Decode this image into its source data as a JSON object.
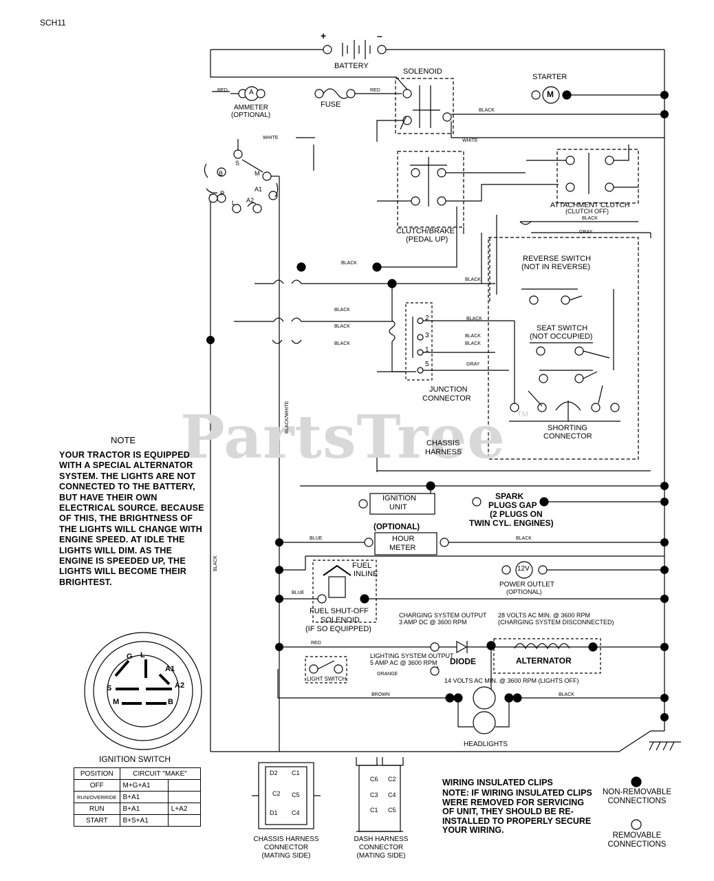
{
  "page_code": "SCH11",
  "watermark": {
    "text": "PartsTree",
    "tm": "TM"
  },
  "labels": {
    "battery": "BATTERY",
    "plus": "+",
    "minus": "–",
    "solenoid": "SOLENOID",
    "starter": "STARTER",
    "starter_m": "M",
    "ammeter": "AMMETER",
    "ammeter_opt": "(OPTIONAL)",
    "ammeter_a": "A",
    "fuse": "FUSE",
    "clutch_brake": "CLUTCH/BRAKE",
    "clutch_brake_sub": "(PEDAL UP)",
    "attachment_clutch": "ATTACHMENT CLUTCH",
    "attachment_clutch_sub": "(CLUTCH OFF)",
    "reverse_switch": "REVERSE SWITCH",
    "reverse_switch_sub": "(NOT IN REVERSE)",
    "seat_switch": "SEAT SWITCH",
    "seat_switch_sub": "(NOT OCCUPIED)",
    "junction_connector_1": "JUNCTION",
    "junction_connector_2": "CONNECTOR",
    "shorting_connector_1": "SHORTING",
    "shorting_connector_2": "CONNECTOR",
    "chassis_harness_1": "CHASSIS",
    "chassis_harness_2": "HARNESS",
    "ignition_unit_1": "IGNITION",
    "ignition_unit_2": "UNIT",
    "spark_1": "SPARK",
    "spark_2": "PLUGS GAP",
    "spark_3": "(2 PLUGS ON",
    "spark_4": "TWIN CYL. ENGINES)",
    "hour_meter_opt": "(OPTIONAL)",
    "hour_meter_1": "HOUR",
    "hour_meter_2": "METER",
    "fuel_inline_1": "FUEL",
    "fuel_inline_2": "INLINE",
    "power_outlet_v": "12V",
    "power_outlet": "POWER OUTLET",
    "power_outlet_opt": "(OPTIONAL)",
    "fuel_shutoff_1": "FUEL SHUT-OFF",
    "fuel_shutoff_2": "SOLENOID",
    "fuel_shutoff_3": "(IF SO EQUIPPED)",
    "charging_out_1": "CHARGING SYSTEM OUTPUT",
    "charging_out_2": "3 AMP DC @ 3600 RPM",
    "volts_1": "28 VOLTS AC MIN. @ 3600 RPM",
    "volts_2": "(CHARGING SYSTEM DISCONNECTED)",
    "lighting_out_1": "LIGHTING SYSTEM OUTPUT",
    "lighting_out_2": "5 AMP AC @ 3600 RPM",
    "diode": "DIODE",
    "alternator": "ALTERNATOR",
    "light_switch": "LIGHT SWITCH",
    "volts_lights": "14 VOLTS AC MIN. @ 3600 RPM (LIGHTS OFF)",
    "headlights": "HEADLIGHTS",
    "ignition_switch": "IGNITION SWITCH",
    "chassis_conn_1": "CHASSIS HARNESS",
    "chassis_conn_2": "CONNECTOR",
    "chassis_conn_3": "(MATING SIDE)",
    "dash_conn_1": "DASH HARNESS",
    "dash_conn_2": "CONNECTOR",
    "dash_conn_3": "(MATING SIDE)",
    "term_b": "B",
    "term_s": "S",
    "term_m": "M",
    "term_l": "L",
    "term_g": "G",
    "term_a1": "A1",
    "term_a2": "A2",
    "term_r": "R",
    "junction_pins": [
      "2",
      "3",
      "1",
      "5"
    ]
  },
  "wire_colors": {
    "red": "RED",
    "black": "BLACK",
    "white": "WHITE",
    "gray": "GRAY",
    "blue": "BLUE",
    "orange": "ORANGE",
    "brown": "BROWN",
    "black_white": "BLACK/WHITE"
  },
  "note": {
    "title": "NOTE",
    "body": "YOUR TRACTOR IS EQUIPPED WITH A SPECIAL ALTERNATOR SYSTEM. THE LIGHTS ARE NOT CONNECTED TO THE BATTERY, BUT HAVE THEIR OWN ELECTRICAL SOURCE. BECAUSE OF THIS, THE BRIGHTNESS OF THE LIGHTS WILL CHANGE WITH ENGINE SPEED. AT IDLE THE LIGHTS WILL DIM. AS THE ENGINE IS SPEEDED UP, THE LIGHTS WILL BECOME THEIR BRIGHTEST."
  },
  "ignition_table": {
    "headers": [
      "POSITION",
      "CIRCUIT \"MAKE\""
    ],
    "rows": [
      [
        "OFF",
        "M+G+A1",
        ""
      ],
      [
        "RUN/OVERRIDE",
        "B+A1",
        ""
      ],
      [
        "RUN",
        "B+A1",
        "L+A2"
      ],
      [
        "START",
        "B+S+A1",
        ""
      ]
    ]
  },
  "wiring_clips": {
    "title": "WIRING INSULATED CLIPS",
    "body": "NOTE: IF WIRING INSULATED CLIPS WERE REMOVED FOR SERVICING OF UNIT, THEY SHOULD BE RE-INSTALLED TO PROPERLY SECURE YOUR WIRING."
  },
  "legend": {
    "non_removable_1": "NON-REMOVABLE",
    "non_removable_2": "CONNECTIONS",
    "removable_1": "REMOVABLE",
    "removable_2": "CONNECTIONS"
  },
  "connector_pins": {
    "chassis": [
      "D2",
      "C2",
      "C1",
      "C5",
      "D1",
      "C4"
    ],
    "dash": [
      "C6",
      "C3",
      "C1",
      "C2",
      "C4",
      "C5"
    ]
  },
  "colors": {
    "ink": "#000000",
    "watermark": "#d8d8d8"
  }
}
